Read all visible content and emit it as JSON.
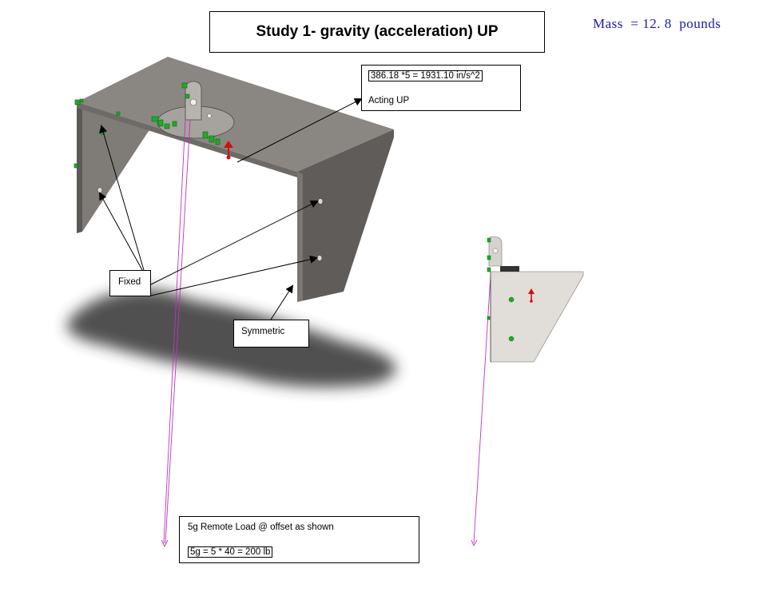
{
  "title": "Study 1- gravity (acceleration) UP",
  "mass_readout": "Mass  = 12. 8  pounds",
  "acceleration": {
    "formula": "386.18 *5 = 1931.10 in/s^2",
    "direction": "Acting UP"
  },
  "labels": {
    "fixed": "Fixed",
    "symmetric": "Symmetric"
  },
  "remote_load": {
    "description": "5g Remote Load @ offset as shown",
    "formula": "5g = 5 * 40 = 200 lb"
  },
  "colors": {
    "title_text": "#000000",
    "mass_text": "#1a1aa6",
    "part_top": "#898681",
    "part_face": "#7f7c78",
    "part_side": "#5f5c59",
    "part_flat": "#e1ddd8",
    "fixture_green": "#1faa2a",
    "load_red": "#cc1111",
    "remote_magenta": "#c032c0",
    "shadow": "#3a3a3a"
  }
}
